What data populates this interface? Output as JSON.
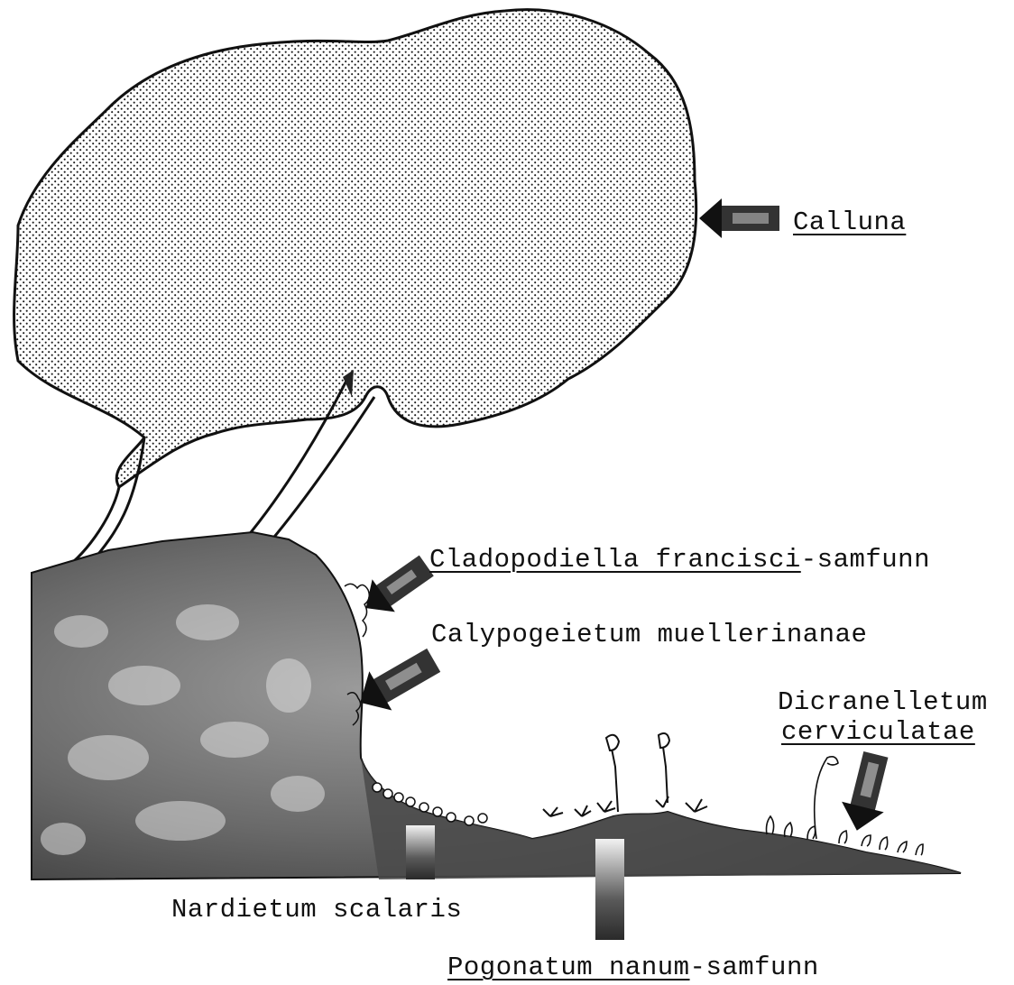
{
  "labels": {
    "calluna": "Calluna",
    "cladopodiella": {
      "underlined": "Cladopodiella francisci",
      "rest": "-samfunn"
    },
    "calypogeietum": "Calypogeietum muellerinanae",
    "dicranelletum": {
      "line1": "Dicranelletum",
      "line2": "cerviculatae"
    },
    "nardietum": "Nardietum scalaris",
    "pogonatum": {
      "underlined": "Pogonatum nanum",
      "rest": "-samfunn"
    }
  },
  "colors": {
    "ink": "#111111",
    "soil": "#3c3c3c",
    "stipple": "#1a1a1a",
    "background": "#ffffff"
  }
}
